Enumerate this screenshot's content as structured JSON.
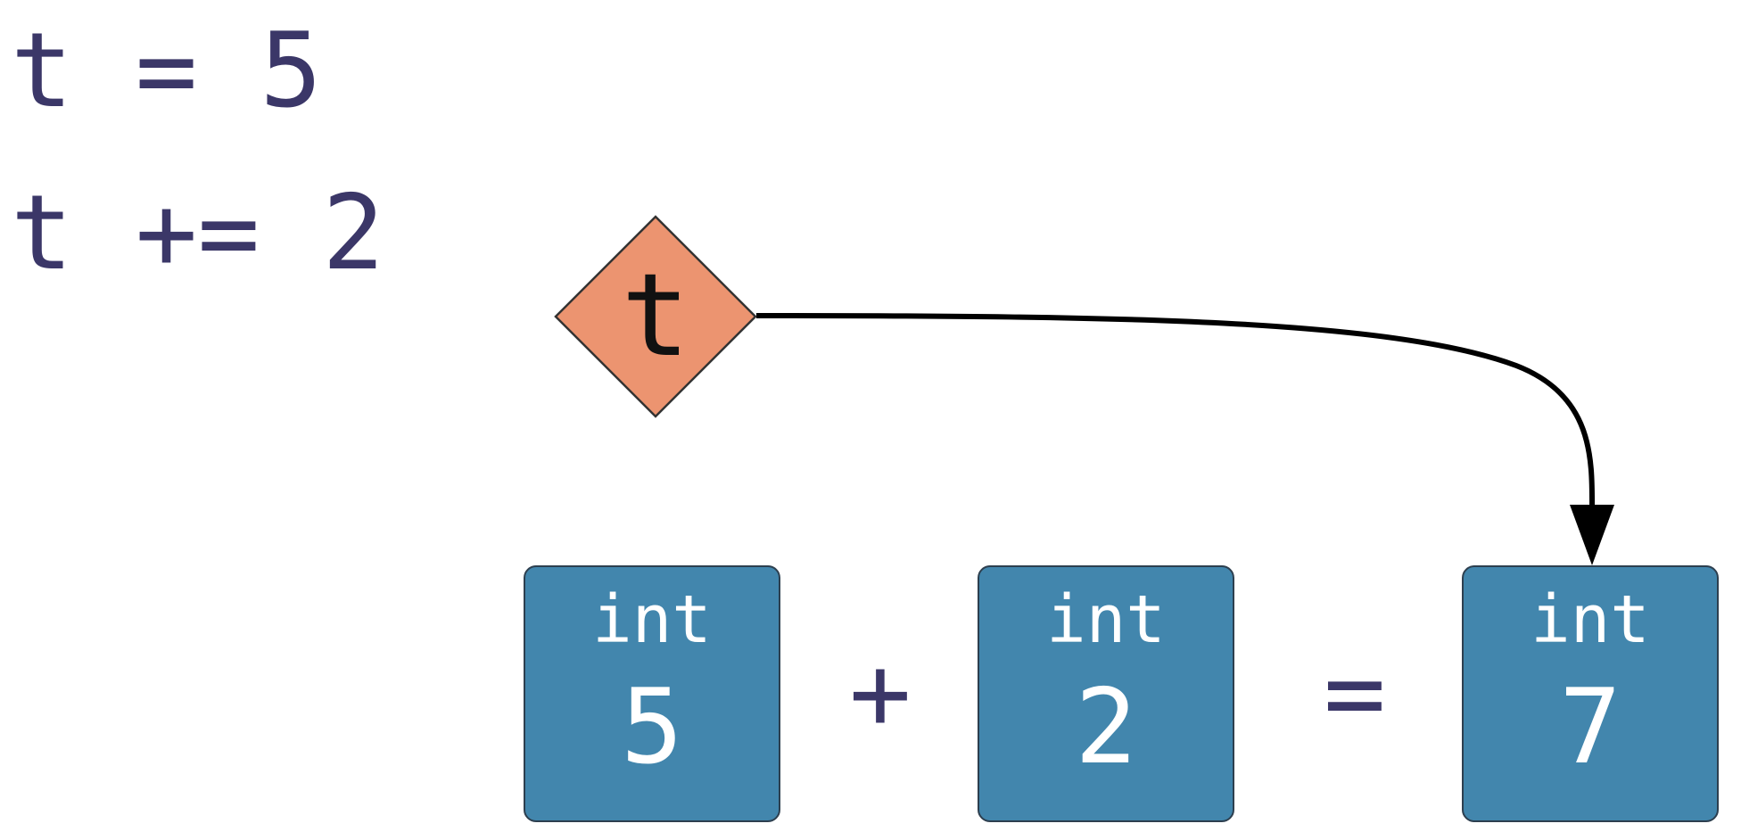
{
  "code": {
    "line1": "t = 5",
    "line2": "t += 2"
  },
  "variable": {
    "name": "t"
  },
  "operation": {
    "left": {
      "type": "int",
      "value": "5"
    },
    "operator": "+",
    "right": {
      "type": "int",
      "value": "2"
    },
    "equals": "=",
    "result": {
      "type": "int",
      "value": "7"
    }
  },
  "colors": {
    "code_text": "#3b3768",
    "box_fill": "#4286ad",
    "box_border": "#2d3f4f",
    "diamond_fill": "#ec9470",
    "arrow": "#000000"
  }
}
